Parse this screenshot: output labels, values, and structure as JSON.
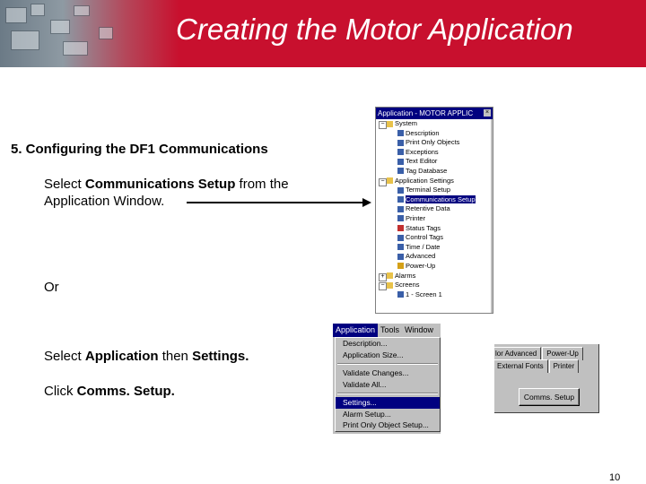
{
  "slide": {
    "title": "Creating the Motor Application",
    "page_number": "10"
  },
  "content": {
    "step_heading": "5. Configuring the DF1 Communications",
    "line1_prefix": "Select ",
    "line1_bold": "Communications Setup",
    "line1_suffix": " from the",
    "line2": "Application Window.",
    "or_text": "Or",
    "line3_prefix": "Select ",
    "line3_bold": "Application",
    "line3_mid": " then ",
    "line3_bold2": "Settings.",
    "line4_prefix": "Click ",
    "line4_bold": "Comms. Setup."
  },
  "tree_window": {
    "title": "Application - MOTOR APPLIC",
    "close_glyph": "×",
    "items": [
      {
        "label": "System",
        "icon": "folder-icon",
        "color": "#e8c24a"
      },
      {
        "label": "Description",
        "icon": "document-icon",
        "color": "#3a5fa8"
      },
      {
        "label": "Print Only Objects",
        "icon": "print-icon",
        "color": "#3a5fa8"
      },
      {
        "label": "Exceptions",
        "icon": "exception-icon",
        "color": "#3a5fa8"
      },
      {
        "label": "Text Editor",
        "icon": "text-icon",
        "color": "#3a5fa8"
      },
      {
        "label": "Tag Database",
        "icon": "database-icon",
        "color": "#3a5fa8"
      },
      {
        "label": "Application Settings",
        "icon": "folder-icon",
        "color": "#e8c24a"
      },
      {
        "label": "Terminal Setup",
        "icon": "terminal-icon",
        "color": "#3a5fa8"
      },
      {
        "label": "Communications Setup",
        "icon": "comms-icon",
        "color": "#3a5fa8"
      },
      {
        "label": "Retentive Data",
        "icon": "retentive-icon",
        "color": "#3a5fa8"
      },
      {
        "label": "Printer",
        "icon": "printer-icon",
        "color": "#3a5fa8"
      },
      {
        "label": "Status Tags",
        "icon": "status-tag-icon",
        "color": "#c23030"
      },
      {
        "label": "Control Tags",
        "icon": "control-tag-icon",
        "color": "#3a5fa8"
      },
      {
        "label": "Time / Date",
        "icon": "clock-icon",
        "color": "#3a5fa8"
      },
      {
        "label": "Advanced",
        "icon": "advanced-icon",
        "color": "#3a5fa8"
      },
      {
        "label": "Power-Up",
        "icon": "power-up-icon",
        "color": "#d4a017"
      },
      {
        "label": "Alarms",
        "icon": "folder-icon",
        "color": "#e8c24a"
      },
      {
        "label": "Screens",
        "icon": "folder-icon",
        "color": "#e8c24a"
      },
      {
        "label": "1 - Screen 1",
        "icon": "screen-icon",
        "color": "#3a5fa8"
      }
    ]
  },
  "menu": {
    "menubar": [
      "Application",
      "Tools",
      "Window"
    ],
    "items": [
      {
        "label": "Description..."
      },
      {
        "label": "Application Size..."
      },
      {
        "sep": true
      },
      {
        "label": "Validate Changes..."
      },
      {
        "label": "Validate All..."
      },
      {
        "sep": true
      },
      {
        "label": "Settings...",
        "highlighted": true
      },
      {
        "label": "Alarm Setup..."
      },
      {
        "label": "Print Only Object Setup..."
      }
    ]
  },
  "dialog": {
    "tabs_row1": [
      "lor Advanced",
      "Power-Up"
    ],
    "tabs_row2": [
      "External Fonts",
      "Printer"
    ],
    "button": "Comms. Setup"
  },
  "colors": {
    "header": "#c8102e",
    "selection": "#000080",
    "window_gray": "#c0c0c0"
  }
}
